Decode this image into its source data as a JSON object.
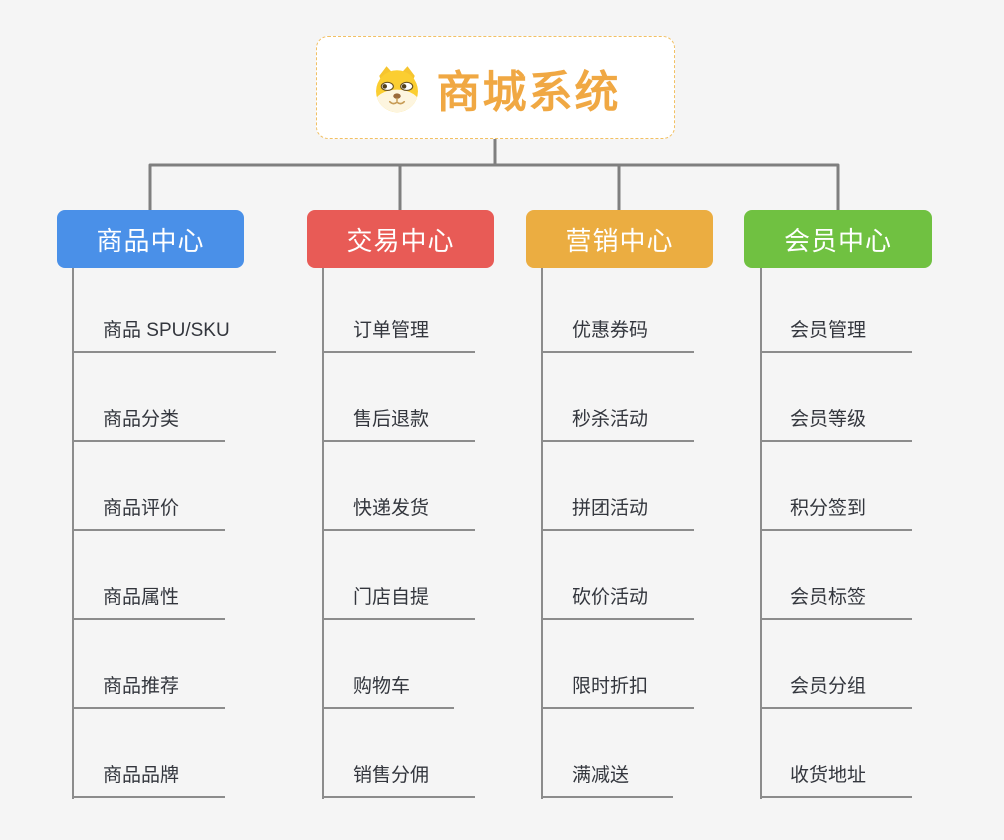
{
  "root": {
    "label": "商城系统",
    "icon": "dog-face-icon",
    "text_color": "#f0a843",
    "border_color": "#f2c063"
  },
  "connector_color": "#7f7f7f",
  "leaf_line_color": "#8c8c8c",
  "background_color": "#f5f5f5",
  "branches": [
    {
      "label": "商品中心",
      "color": "#4a90e8",
      "children": [
        "商品 SPU/SKU",
        "商品分类",
        "商品评价",
        "商品属性",
        "商品推荐",
        "商品品牌"
      ]
    },
    {
      "label": "交易中心",
      "color": "#e85b56",
      "children": [
        "订单管理",
        "售后退款",
        "快递发货",
        "门店自提",
        "购物车",
        "销售分佣"
      ]
    },
    {
      "label": "营销中心",
      "color": "#ebad41",
      "children": [
        "优惠券码",
        "秒杀活动",
        "拼团活动",
        "砍价活动",
        "限时折扣",
        "满减送"
      ]
    },
    {
      "label": "会员中心",
      "color": "#70c141",
      "children": [
        "会员管理",
        "会员等级",
        "积分签到",
        "会员标签",
        "会员分组",
        "收货地址"
      ]
    }
  ]
}
